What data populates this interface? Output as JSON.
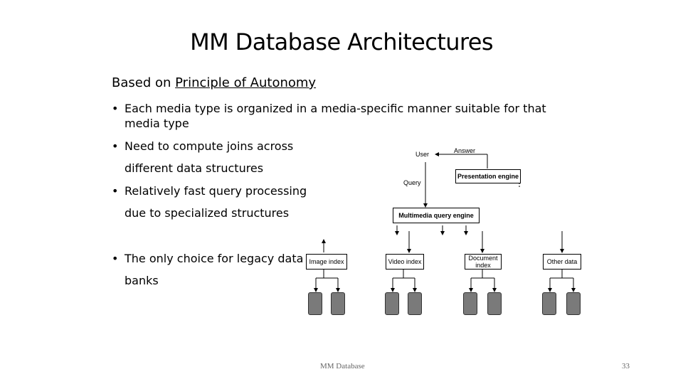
{
  "slide": {
    "title": "MM Database Architectures",
    "subtitle_prefix": "Based on ",
    "subtitle_link": "Principle of Autonomy",
    "bullets": [
      "Each media type is organized in a media-specific manner suitable for that media type",
      "Need to compute joins across different data structures",
      "Relatively fast query processing due to specialized structures",
      "The only choice for legacy data banks"
    ],
    "bullet_char": "•"
  },
  "diagram": {
    "user": "User",
    "answer": "Answer",
    "query": "Query",
    "presentation_engine": "Presentation engine",
    "mm_query_engine": "Multimedia query engine",
    "indexes": [
      "Image index",
      "Video index",
      "Document index",
      "Other data"
    ]
  },
  "footer": {
    "center": "MM Database",
    "page_number": "33"
  }
}
